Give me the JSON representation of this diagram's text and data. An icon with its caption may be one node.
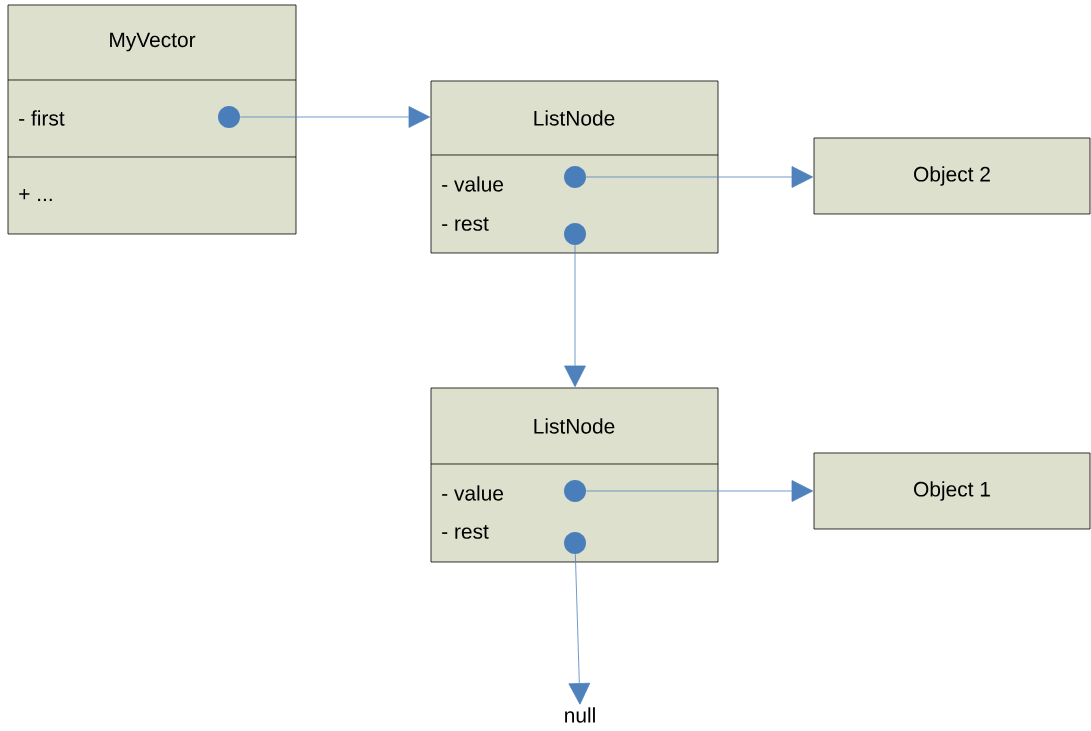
{
  "diagram": {
    "nodes": [
      {
        "text": [
          "MyVector",
          "- first",
          "+ ..."
        ]
      },
      {
        "text": [],
        "shape": "circle",
        "in": 0
      },
      {
        "text": [
          "ListNode",
          "- value",
          "- rest"
        ]
      },
      {
        "text": [],
        "shape": "circle",
        "in": 2
      },
      {
        "text": [],
        "shape": "circle",
        "in": 2
      },
      {
        "text": [
          "Object 2"
        ]
      },
      {
        "text": [
          "ListNode",
          "- value",
          "- rest"
        ]
      },
      {
        "text": [],
        "shape": "circle",
        "in": 6
      },
      {
        "text": [],
        "shape": "circle",
        "in": 6
      },
      {
        "text": [
          "Object 1"
        ]
      },
      {
        "text": [
          "null"
        ]
      }
    ],
    "edges": [
      {
        "from": 1,
        "to": 2,
        "arrow": "to"
      },
      {
        "from": 3,
        "to": 5,
        "arrow": "to"
      },
      {
        "from": 4,
        "to": 6,
        "arrow": "to"
      },
      {
        "from": 7,
        "to": 9,
        "arrow": "to"
      },
      {
        "from": 8,
        "to": 10,
        "arrow": "to"
      }
    ]
  }
}
